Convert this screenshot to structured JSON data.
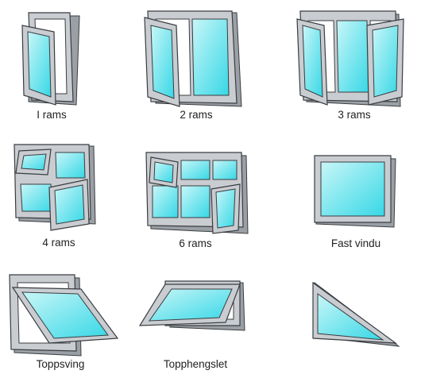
{
  "colors": {
    "frame": "#c9ccd0",
    "frame_dark": "#8e9398",
    "outline": "#3a3d40",
    "glass_light": "#c8f6f8",
    "glass_dark": "#37d8e6"
  },
  "windows": [
    {
      "label": "I rams",
      "icon": "single-casement-window-icon"
    },
    {
      "label": "2 rams",
      "icon": "double-casement-window-icon"
    },
    {
      "label": "3 rams",
      "icon": "triple-casement-window-icon"
    },
    {
      "label": "4 rams",
      "icon": "four-pane-window-icon"
    },
    {
      "label": "6 rams",
      "icon": "six-pane-window-icon"
    },
    {
      "label": "Fast vindu",
      "icon": "fixed-window-icon"
    },
    {
      "label": "Toppsving",
      "icon": "top-swing-window-icon"
    },
    {
      "label": "Topphengslet",
      "icon": "top-hinged-window-icon"
    },
    {
      "label": "",
      "icon": "triangle-window-icon"
    }
  ]
}
